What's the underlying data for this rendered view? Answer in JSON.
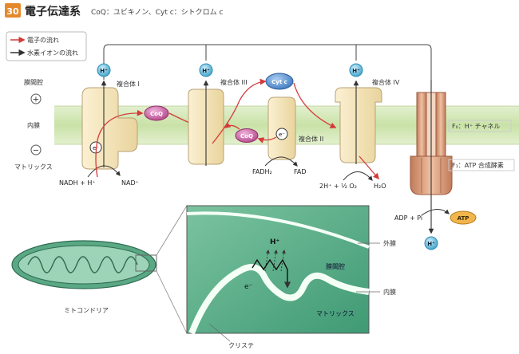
{
  "header": {
    "badge": "30",
    "title": "電子伝達系",
    "subtitle": "CoQ：ユビキノン、Cyt c：シトクロム c"
  },
  "legend": {
    "electron_flow": "電子の流れ",
    "proton_flow": "水素イオンの流れ"
  },
  "regions": {
    "intermembrane": "膜間腔",
    "inner_membrane": "内膜",
    "matrix": "マトリックス",
    "plus_sign": "+",
    "minus_sign": "−"
  },
  "complexes": {
    "c1": "複合体 I",
    "c2": "複合体 II",
    "c3": "複合体 III",
    "c4": "複合体 IV"
  },
  "carriers": {
    "coq": "CoQ",
    "cytc": "Cyt c",
    "electron": "e⁻",
    "proton": "H⁺"
  },
  "substrates": {
    "nadh": "NADH + H⁺",
    "nad": "NAD⁺",
    "fadh2": "FADH₂",
    "fad": "FAD",
    "oxygen": "2H⁺ + ½ O₂",
    "water": "H₂O"
  },
  "atp_synthase": {
    "f0": "F₀：H⁺ チャネル",
    "f1": "F₁：ATP 合成酵素",
    "adp": "ADP + Pi",
    "atp": "ATP"
  },
  "mitochondrion": {
    "label": "ミトコンドリア",
    "cristae": "クリステ",
    "outer_membrane": "外膜",
    "inter_space": "膜間腔",
    "inner_membrane": "内膜",
    "matrix": "マトリックス"
  },
  "colors": {
    "membrane": "#cfe6b0",
    "complex_fill": "#f2e2b4",
    "complex_stroke": "#b9a275",
    "carrier_pink": "#c8559b",
    "cytc_blue": "#4d86c9",
    "proton_teal": "#2f8fb4",
    "electron_red": "#d43a3a",
    "synthase": "#d69a78",
    "atp_orange": "#e6a23a",
    "mito_green": "#5aa884"
  }
}
